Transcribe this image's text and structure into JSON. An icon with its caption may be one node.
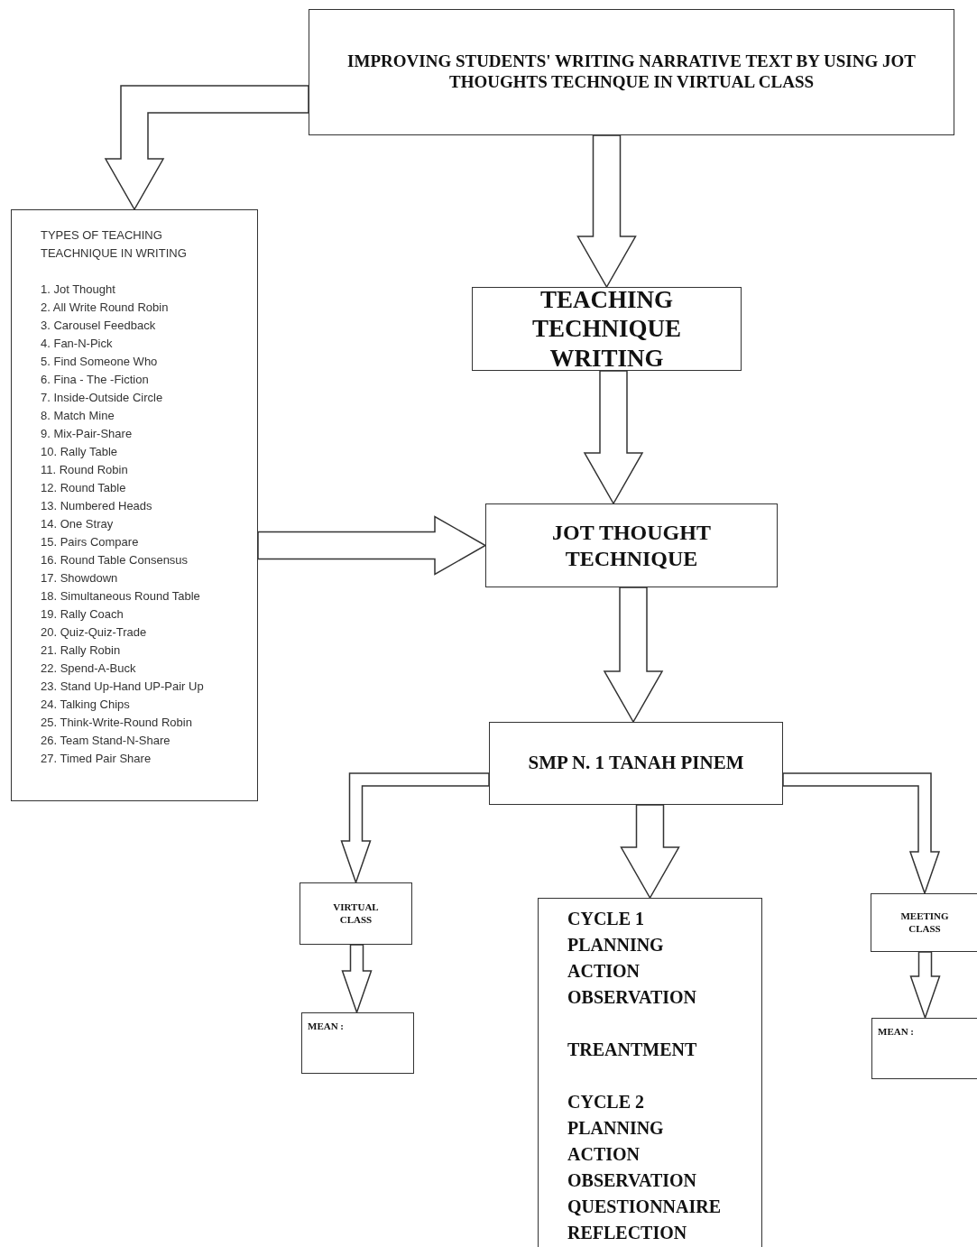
{
  "diagram": {
    "nodes": [
      {
        "text": [
          "IMPROVING STUDENTS' WRITING NARRATIVE TEXT BY USING JOT THOUGHTS TECHNQUE IN VIRTUAL CLASS"
        ]
      },
      {
        "text": [
          "TYPES OF TEACHING TEACHNIQUE IN WRITING",
          "1. Jot Thought",
          "2. All Write Round Robin",
          "3. Carousel Feedback",
          "4. Fan-N-Pick",
          "5. Find Someone Who",
          "6. Fina - The -Fiction",
          "7. Inside-Outside Circle",
          "8. Match Mine",
          "9. Mix-Pair-Share",
          "10. Rally Table",
          "11. Round Robin",
          "12. Round Table",
          "13. Numbered Heads",
          "14. One Stray",
          "15. Pairs Compare",
          "16. Round Table Consensus",
          "17. Showdown",
          "18. Simultaneous Round Table",
          "19. Rally Coach",
          "20. Quiz-Quiz-Trade",
          "21. Rally Robin",
          "22. Spend-A-Buck",
          "23. Stand Up-Hand UP-Pair Up",
          "24. Talking Chips",
          "25. Think-Write-Round Robin",
          "26. Team Stand-N-Share",
          "27. Timed Pair Share"
        ]
      },
      {
        "text": [
          "TEACHING TECHNIQUE WRITING"
        ]
      },
      {
        "text": [
          "JOT THOUGHT TECHNIQUE"
        ]
      },
      {
        "text": [
          "SMP N. 1 TANAH PINEM"
        ]
      },
      {
        "text": [
          "VIRTUAL CLASS"
        ]
      },
      {
        "text": [
          "CYCLE 1",
          "PLANNING",
          "ACTION",
          "OBSERVATION",
          "TREANTMENT",
          "CYCLE 2",
          "PLANNING",
          "ACTION",
          "OBSERVATION",
          "QUESTIONNAIRE",
          "REFLECTION"
        ]
      },
      {
        "text": [
          "MEETING CLASS"
        ]
      },
      {
        "text": [
          "MEAN :"
        ]
      },
      {
        "text": [
          "MEAN :"
        ]
      }
    ],
    "edges": [
      {
        "from": 0,
        "to": 1,
        "arrow": "to"
      },
      {
        "from": 0,
        "to": 2,
        "arrow": "to"
      },
      {
        "from": 1,
        "to": 3,
        "arrow": "to"
      },
      {
        "from": 2,
        "to": 3,
        "arrow": "to"
      },
      {
        "from": 3,
        "to": 4,
        "arrow": "to"
      },
      {
        "from": 4,
        "to": 5,
        "arrow": "to"
      },
      {
        "from": 4,
        "to": 6,
        "arrow": "to"
      },
      {
        "from": 4,
        "to": 7,
        "arrow": "to"
      },
      {
        "from": 5,
        "to": 8,
        "arrow": "to"
      },
      {
        "from": 7,
        "to": 9,
        "arrow": "to"
      }
    ]
  }
}
